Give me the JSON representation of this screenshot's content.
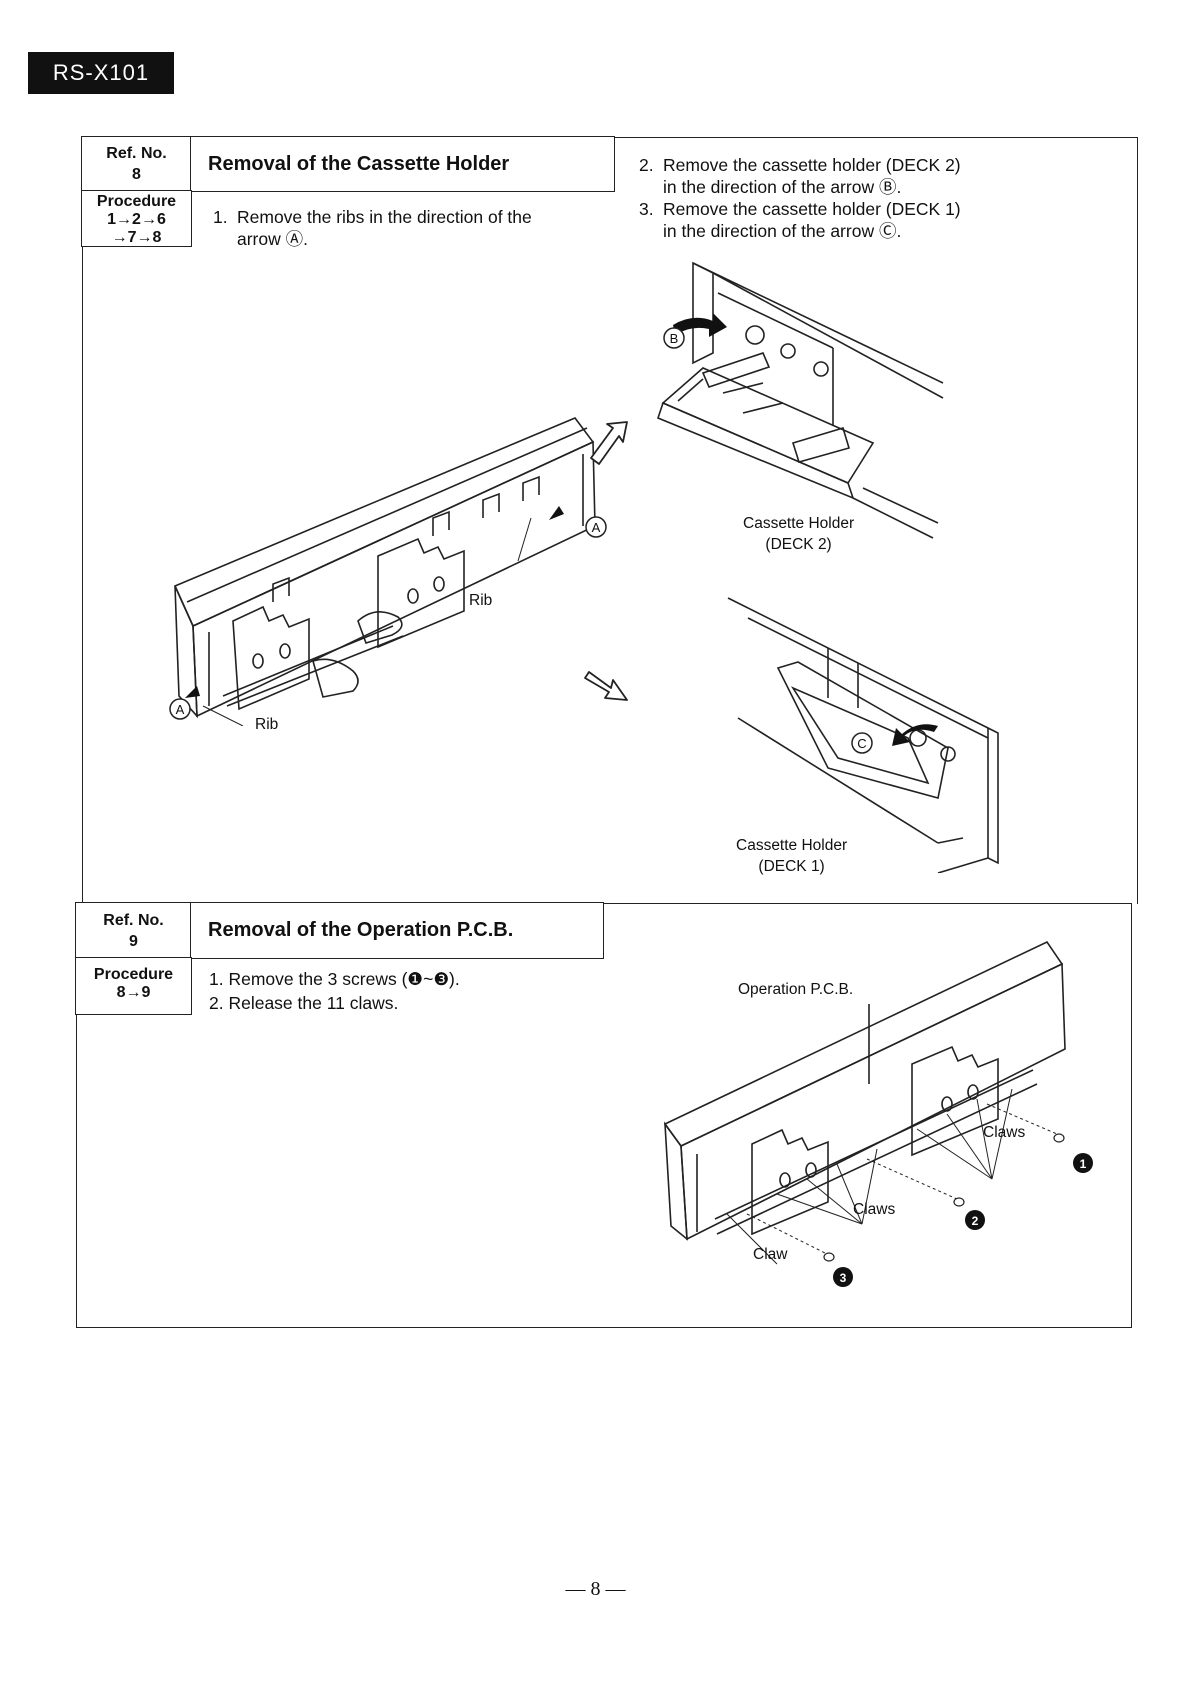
{
  "model": "RS-X101",
  "section1": {
    "ref_label": "Ref. No.",
    "ref_no": "8",
    "title": "Removal of the Cassette Holder",
    "procedure_label": "Procedure",
    "procedure_line1": "1→2→6",
    "procedure_line2": "→7→8",
    "step1_num": "1.",
    "step1_line1": "Remove the ribs in the direction of the",
    "step1_line2": "arrow Ⓐ.",
    "step2_num": "2.",
    "step2_line1": "Remove the cassette holder (DECK 2)",
    "step2_line2": "in the direction of the arrow Ⓑ.",
    "step3_num": "3.",
    "step3_line1": "Remove the cassette holder (DECK 1)",
    "step3_line2": "in the direction of the arrow Ⓒ.",
    "label_rib": "Rib",
    "label_a": "A",
    "label_b": "B",
    "label_c": "C",
    "holder_deck2_line1": "Cassette Holder",
    "holder_deck2_line2": "(DECK 2)",
    "holder_deck1_line1": "Cassette Holder",
    "holder_deck1_line2": "(DECK 1)"
  },
  "section2": {
    "ref_label": "Ref. No.",
    "ref_no": "9",
    "title": "Removal of the Operation P.C.B.",
    "procedure_label": "Procedure",
    "procedure_line1": "8→9",
    "step1": "1. Remove the 3 screws (❶~❸).",
    "step2": "2. Release the 11 claws.",
    "label_pcb": "Operation P.C.B.",
    "label_claws": "Claws",
    "label_claw": "Claw",
    "screw1": "1",
    "screw2": "2",
    "screw3": "3"
  },
  "page_number": "— 8 —"
}
